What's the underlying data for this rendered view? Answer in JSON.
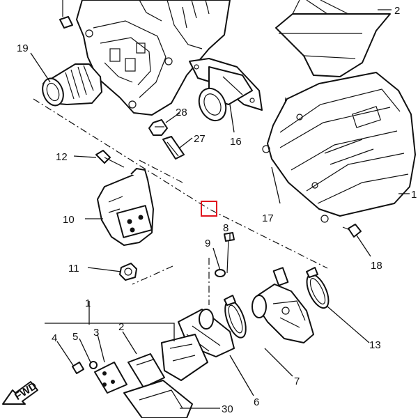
{
  "labels": {
    "p1": "1",
    "p2": "2",
    "p3": "3",
    "p4": "4",
    "p5": "5",
    "p6": "6",
    "p7": "7",
    "p8": "8",
    "p9": "9",
    "p10": "10",
    "p11": "11",
    "p12": "12",
    "p13": "13",
    "p16": "16",
    "p17": "17",
    "p18": "18",
    "p19": "19",
    "p27": "27",
    "p28": "28",
    "p30": "30",
    "top_right": "2",
    "edge_right": "1"
  },
  "fwd_label": "FWD",
  "highlight_color": "#e0141e"
}
